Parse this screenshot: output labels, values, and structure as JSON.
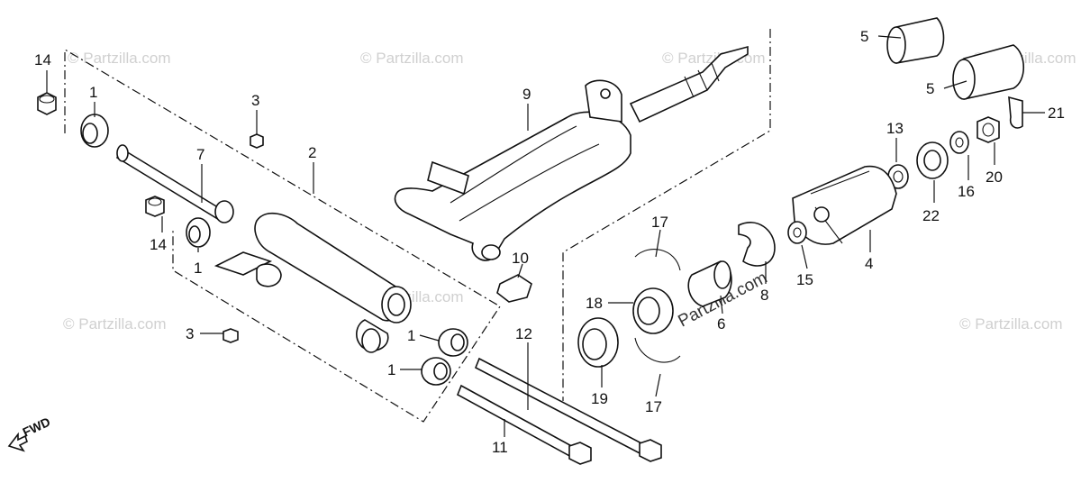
{
  "watermark": "© Partzilla.com",
  "watermark_center": "Partzilla.com",
  "fwd_label": "FWD",
  "callouts": [
    "1",
    "1",
    "1",
    "1",
    "2",
    "3",
    "3",
    "4",
    "5",
    "5",
    "6",
    "7",
    "8",
    "9",
    "10",
    "11",
    "12",
    "13",
    "14",
    "14",
    "15",
    "16",
    "17",
    "17",
    "18",
    "19",
    "20",
    "21",
    "22"
  ]
}
